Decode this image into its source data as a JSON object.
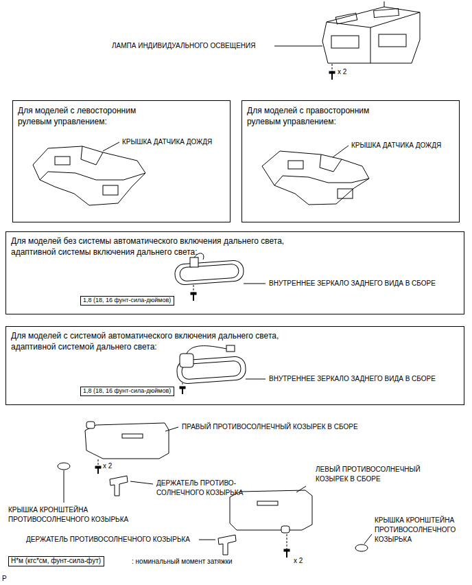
{
  "diagram": {
    "nodes": [
      {
        "text": [
          "Для моделей с левосторонним рулевым управлением:"
        ]
      },
      {
        "text": [
          "Для моделей с правосторонним рулевым управлением:"
        ]
      },
      {
        "text": [
          "Для моделей без системы автоматического включения дальнего света, адаптивной системы включения дальнего света:"
        ]
      },
      {
        "text": [
          "1,8 (18, 16 фунт-сила-дюймов)"
        ],
        "in": 2
      },
      {
        "text": [
          "Для моделей с системой автоматического включения дальнего света, адаптивной системой дальнего света:"
        ]
      },
      {
        "text": [
          "1,8 (18, 16 фунт-сила-дюймов)"
        ],
        "in": 4
      },
      {
        "text": [
          "Н*м (кгс*см, фунт-сила-фут)"
        ]
      }
    ],
    "labels": [
      "ЛАМПА ИНДИВИДУАЛЬНОГО ОСВЕЩЕНИЯ",
      "x 2",
      "КРЫШКА ДАТЧИКА ДОЖДЯ",
      "КРЫШКА ДАТЧИКА ДОЖДЯ",
      "ВНУТРЕННЕЕ ЗЕРКАЛО ЗАДНЕГО ВИДА В СБОРЕ",
      "ВНУТРЕННЕЕ ЗЕРКАЛО ЗАДНЕГО ВИДА В СБОРЕ",
      "ПРАВЫЙ ПРОТИВОСОЛНЕЧНЫЙ КОЗЫРЕК В СБОРЕ",
      "x 2",
      "ДЕРЖАТЕЛЬ ПРОТИВО- СОЛНЕЧНОГО КОЗЫРЬКА",
      "КРЫШКА КРОНШТЕЙНА ПРОТИВОСОЛНЕЧНОГО КОЗЫРЬКА",
      "ДЕРЖАТЕЛЬ ПРОТИВОСОЛНЕЧНОГО КОЗЫРЬКА",
      "ЛЕВЫЙ ПРОТИВОСОЛНЕЧНЫЙ КОЗЫРЕК В СБОРЕ",
      "КРЫШКА КРОНШТЕЙНА ПРОТИВОСОЛНЕЧНОГО КОЗЫРЬКА",
      "x 2",
      ": номинальный момент затяжки",
      "P"
    ]
  }
}
